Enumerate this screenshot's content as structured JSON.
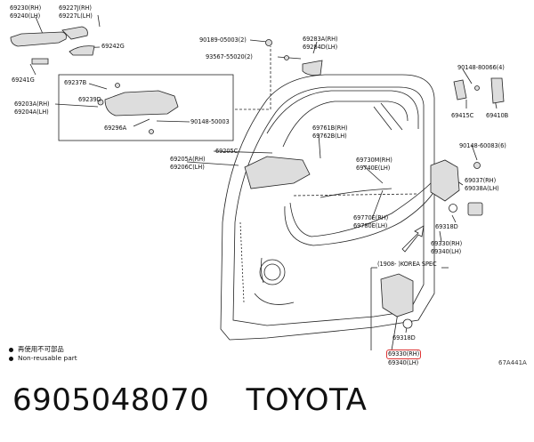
{
  "labels": {
    "p69230": [
      "69230(RH)",
      "69240(LH)"
    ],
    "p69227": [
      "69227J(RH)",
      "69227L(LH)"
    ],
    "p69242G": "69242G",
    "p69241G": "69241G",
    "p69237B": "69237B",
    "p69239D": "69239D",
    "p69203": [
      "69203A(RH)",
      "69204A(LH)"
    ],
    "p69296A": "69296A",
    "p90148_50003": "90148-50003",
    "p90189": "90189-05003(2)",
    "p93567": "93567-55020(2)",
    "p69283": [
      "69283A(RH)",
      "69284D(LH)"
    ],
    "p69205C": "69205C",
    "p69205": [
      "69205A(RH)",
      "69206C(LH)"
    ],
    "p69761": [
      "69761B(RH)",
      "69762B(LH)"
    ],
    "p69730": [
      "69730M(RH)",
      "69740E(LH)"
    ],
    "p69770": [
      "69770E(RH)",
      "69780E(LH)"
    ],
    "p90148_80066": "90148-80066(4)",
    "p69415C": "69415C",
    "p69410B": "69410B",
    "p90148_60083": "90148-60083(6)",
    "p69037": [
      "69037(RH)",
      "69038A(LH)"
    ],
    "p69318D_a": "69318D",
    "p69330_a": [
      "69330(RH)",
      "69340(LH)"
    ],
    "p_korea": "(1908-        )KOREA SPEC",
    "p69318D_b": "69318D",
    "p69330_b_top": "69330(RH)",
    "p69330_b_bot": "69340(LH)"
  },
  "ref_code": "67A441A",
  "legend": {
    "item1": "再使用不可部品",
    "item2": "Non-reusable part"
  },
  "footer": {
    "part_number": "6905048070",
    "brand": "TOYOTA"
  },
  "colors": {
    "line": "#222222",
    "highlight": "#dd3333"
  }
}
